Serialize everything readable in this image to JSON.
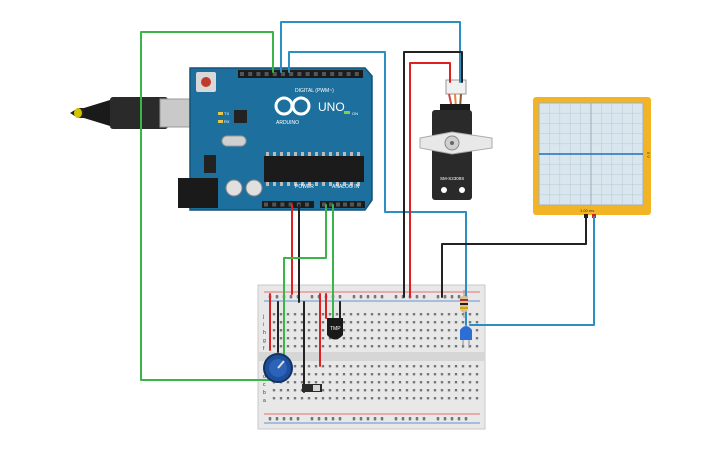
{
  "arduino": {
    "brand": "ARDUINO",
    "model": "UNO",
    "digital_label": "DIGITAL (PWM~)",
    "power_label": "POWER",
    "analog_label": "ANALOG IN",
    "on_label": "ON",
    "tx_label": "TX",
    "rx_label": "RX",
    "board_color": "#1d6f9e"
  },
  "servo": {
    "label": "SM-S2309S"
  },
  "oscilloscope": {
    "bottom_label": "1.00 ms",
    "side_label": "5 V",
    "frame_color": "#f2b324",
    "trace_color": "#1f6fb5"
  },
  "breadboard": {
    "row_letters_top": [
      "j",
      "i",
      "h",
      "g",
      "f"
    ],
    "row_letters_bottom": [
      "e",
      "d",
      "c",
      "b",
      "a"
    ]
  },
  "sensor": {
    "label": "TMP"
  },
  "wires": {
    "green": "#3bb54a",
    "blue": "#2b8fc4",
    "red": "#e02020",
    "black": "#222222"
  }
}
